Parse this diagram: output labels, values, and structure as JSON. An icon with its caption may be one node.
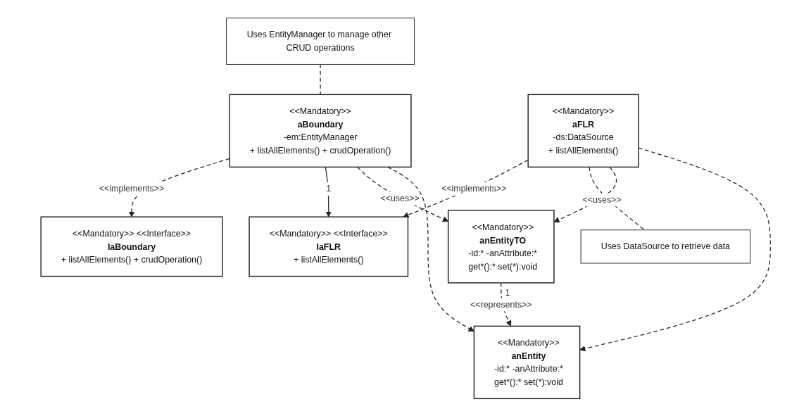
{
  "diagram": {
    "nodes": [
      {
        "text": [
          "<<Mandatory>> <<Interface>>",
          "IaBoundary",
          "+ listAllElements() + crudOperation()"
        ]
      },
      {
        "text": [
          "<<Mandatory>> <<Interface>>",
          "IaFLR",
          "+ listAllElements()"
        ]
      },
      {
        "text": [
          "Uses EntityManager to manage other CRUD operations"
        ]
      },
      {
        "text": [
          "<<Mandatory>>",
          "aBoundary",
          "-em:EntityManager",
          "+ listAllElements() + crudOperation()"
        ]
      },
      {
        "text": [
          "<<Mandatory>>",
          "aFLR",
          "-ds:DataSource",
          "+ listAllElements()"
        ]
      },
      {
        "text": [
          "Uses DataSource to retrieve data"
        ]
      },
      {
        "text": [
          "<<Mandatory>>",
          "anEntityTO",
          "-id:* -anAttribute:*",
          "get*():* set(*):void"
        ]
      },
      {
        "text": [
          "<<Mandatory>>",
          "anEntity",
          "-id:* -anAttribute:*",
          "get*():* set(*):void"
        ]
      }
    ],
    "edges": [
      {
        "from": 3,
        "to": 0,
        "arrow": "to",
        "style": "dashed",
        "label": "<<implements>>"
      },
      {
        "from": 3,
        "to": 1,
        "arrow": "to",
        "label": "1"
      },
      {
        "from": 2,
        "to": 3,
        "arrow": "none",
        "style": "dashed"
      },
      {
        "from": 4,
        "to": 1,
        "arrow": "to",
        "style": "dashed",
        "label": "<<implements>>"
      },
      {
        "from": 4,
        "to": 5,
        "arrow": "none",
        "style": "dashed"
      },
      {
        "from": 4,
        "to": 6,
        "arrow": "to",
        "style": "dashed",
        "label": "<<uses>>"
      },
      {
        "from": 4,
        "to": 7,
        "arrow": "to",
        "style": "dashed"
      },
      {
        "from": 6,
        "to": 7,
        "arrow": "to",
        "style": "dashed",
        "label": "<<represents>>"
      },
      {
        "from": 3,
        "to": 6,
        "arrow": "to",
        "style": "dashed",
        "label": "<<uses>>"
      },
      {
        "from": 3,
        "to": 7,
        "arrow": "to",
        "style": "dashed"
      }
    ],
    "labels": [
      "1"
    ]
  }
}
